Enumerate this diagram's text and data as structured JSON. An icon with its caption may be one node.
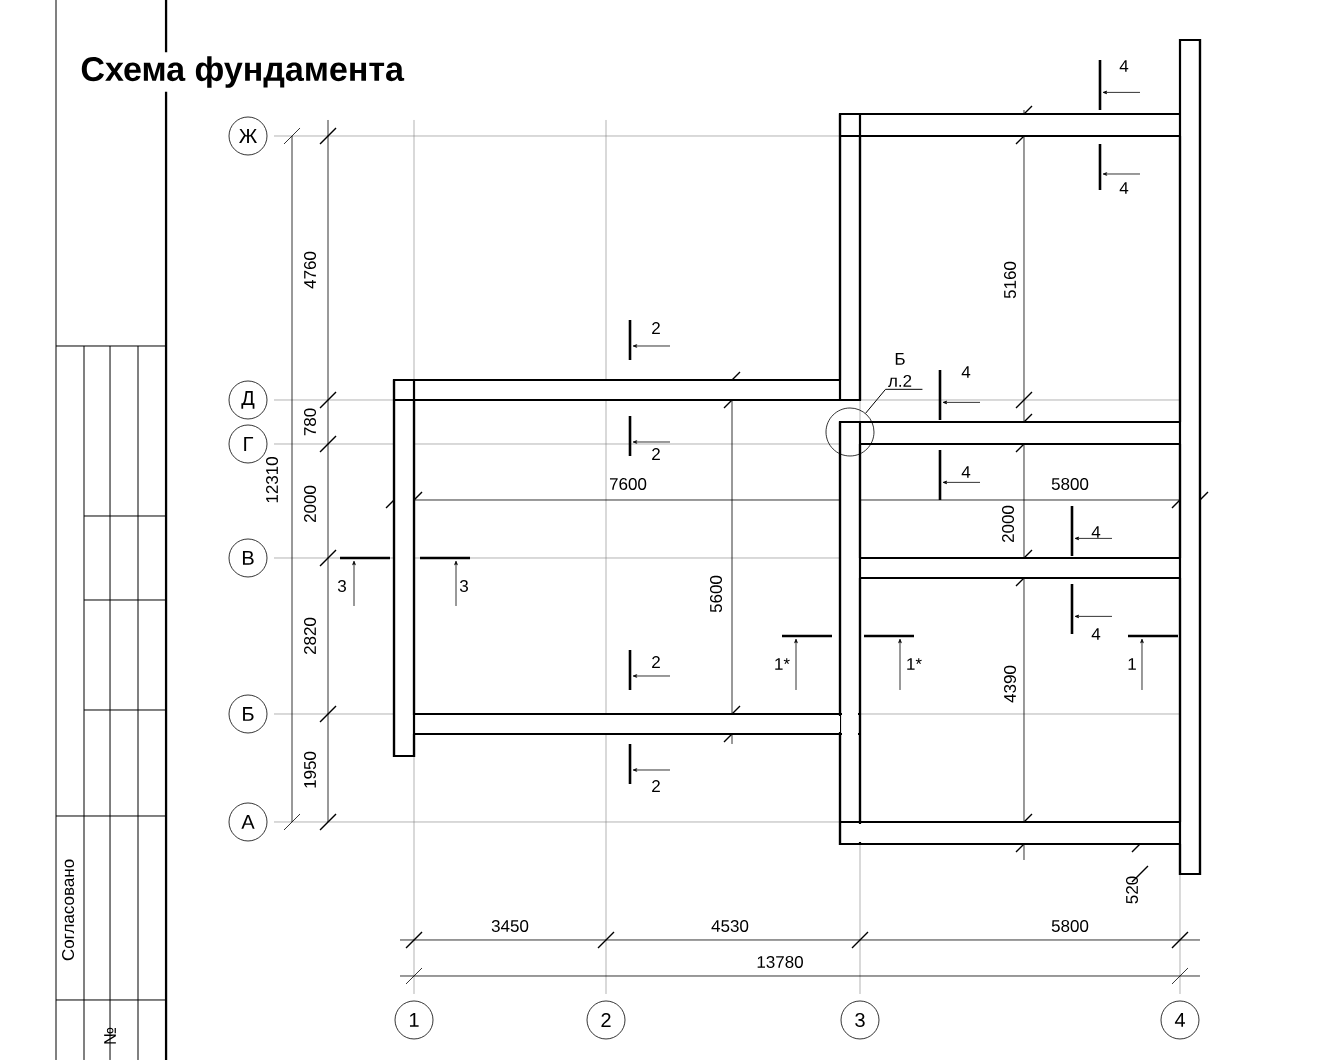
{
  "diagram": {
    "title": "Схема фундамента",
    "nodes": [
      {
        "text": [
          "Ж"
        ]
      },
      {
        "text": [
          "Д"
        ]
      },
      {
        "text": [
          "Г"
        ]
      },
      {
        "text": [
          "В"
        ]
      },
      {
        "text": [
          "Б"
        ]
      },
      {
        "text": [
          "А"
        ]
      },
      {
        "text": [
          "1"
        ]
      },
      {
        "text": [
          "2"
        ]
      },
      {
        "text": [
          "3"
        ]
      },
      {
        "text": [
          "4"
        ]
      },
      {
        "text": [
          "Б",
          "л.2"
        ]
      },
      {
        "text": [],
        "shape": "circle"
      }
    ],
    "edges": [
      {
        "from": 10,
        "to": 11,
        "arrow": "none"
      }
    ],
    "labels": [
      "4",
      "4",
      "4760",
      "5160",
      "2",
      "4",
      "780",
      "2",
      "12310",
      "4",
      "7600",
      "5800",
      "2000",
      "2000",
      "4",
      "3",
      "3",
      "5600",
      "2820",
      "4",
      "2",
      "1*",
      "1*",
      "1",
      "4390",
      "1950",
      "2",
      "520",
      "3450",
      "4530",
      "5800",
      "13780",
      "Согласовано",
      "№"
    ]
  }
}
